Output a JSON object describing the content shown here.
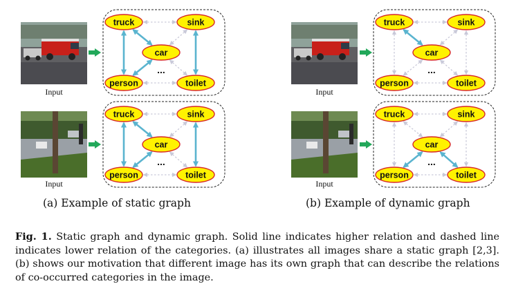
{
  "input_label": "Input",
  "nodes": {
    "truck": "truck",
    "sink": "sink",
    "car": "car",
    "person": "person",
    "toilet": "toilet",
    "ellipsis": "..."
  },
  "subcaptions": {
    "static": "(a) Example of static graph",
    "dynamic": "(b) Example of dynamic graph"
  },
  "caption": {
    "label": "Fig. 1.",
    "text": "Static graph and dynamic graph. Solid line indicates higher relation and dashed line indicates lower relation of the categories. (a) illustrates all images share a static graph [2,3]. (b) shows our motivation that different image has its own graph that can describe the relations of co-occurred categories in the image."
  },
  "colors": {
    "node_fill": "#fff200",
    "node_stroke": "#d62728",
    "strong_edge": "#5ab4cf",
    "weak_edge": "#c9c9d9",
    "arrow": "#22a85a"
  },
  "graphs": [
    {
      "id": "static-1",
      "strong": [
        [
          "truck",
          "person"
        ],
        [
          "truck",
          "car"
        ],
        [
          "person",
          "car"
        ],
        [
          "sink",
          "toilet"
        ]
      ]
    },
    {
      "id": "static-2",
      "strong": [
        [
          "truck",
          "person"
        ],
        [
          "truck",
          "car"
        ],
        [
          "person",
          "car"
        ],
        [
          "sink",
          "toilet"
        ]
      ]
    },
    {
      "id": "dynamic-1",
      "strong": [
        [
          "truck",
          "car"
        ]
      ]
    },
    {
      "id": "dynamic-2",
      "strong": [
        [
          "person",
          "car"
        ],
        [
          "car",
          "toilet"
        ]
      ]
    }
  ]
}
